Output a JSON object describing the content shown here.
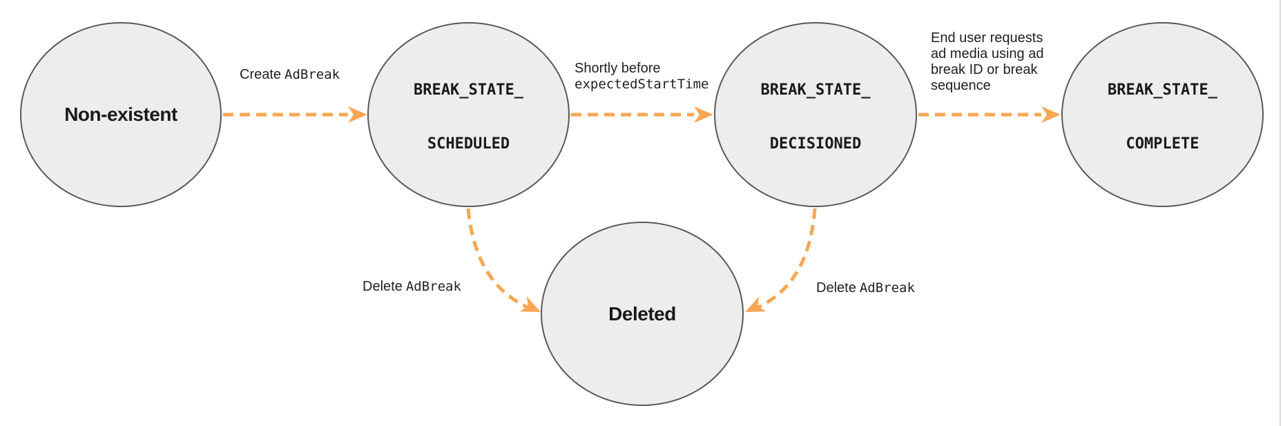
{
  "colors": {
    "arrow_orange": "#F8A653",
    "circle_fill": "#EDEDED",
    "circle_stroke": "#58585A",
    "text": "#1F1F1F",
    "right_border": "#D9D9D9"
  },
  "states": {
    "non_existent": {
      "label": "Non-existent"
    },
    "scheduled": {
      "line1": "BREAK_STATE_",
      "line2": "SCHEDULED"
    },
    "decisioned": {
      "line1": "BREAK_STATE_",
      "line2": "DECISIONED"
    },
    "complete": {
      "line1": "BREAK_STATE_",
      "line2": "COMPLETE"
    },
    "deleted": {
      "label": "Deleted"
    }
  },
  "edges": {
    "create": {
      "plain": "Create",
      "code": "AdBreak"
    },
    "decision": {
      "plain": "Shortly before",
      "code": "expectedStartTime"
    },
    "complete": {
      "lines": [
        "End user requests",
        "ad media using ad",
        "break ID or break",
        "sequence"
      ]
    },
    "delete_from_scheduled": {
      "plain": "Delete",
      "code": "AdBreak"
    },
    "delete_from_decisioned": {
      "plain": "Delete",
      "code": "AdBreak"
    }
  }
}
